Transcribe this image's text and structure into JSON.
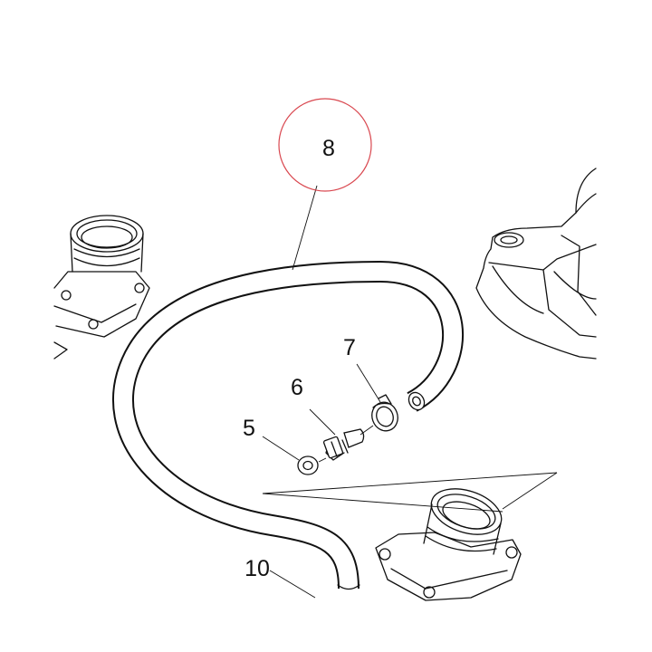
{
  "callouts": {
    "part_8": "8",
    "part_7": "7",
    "part_6": "6",
    "part_5": "5",
    "part_10": "10"
  },
  "colors": {
    "line": "#111111",
    "highlight_circle": "#d9474f",
    "background": "#ffffff"
  }
}
